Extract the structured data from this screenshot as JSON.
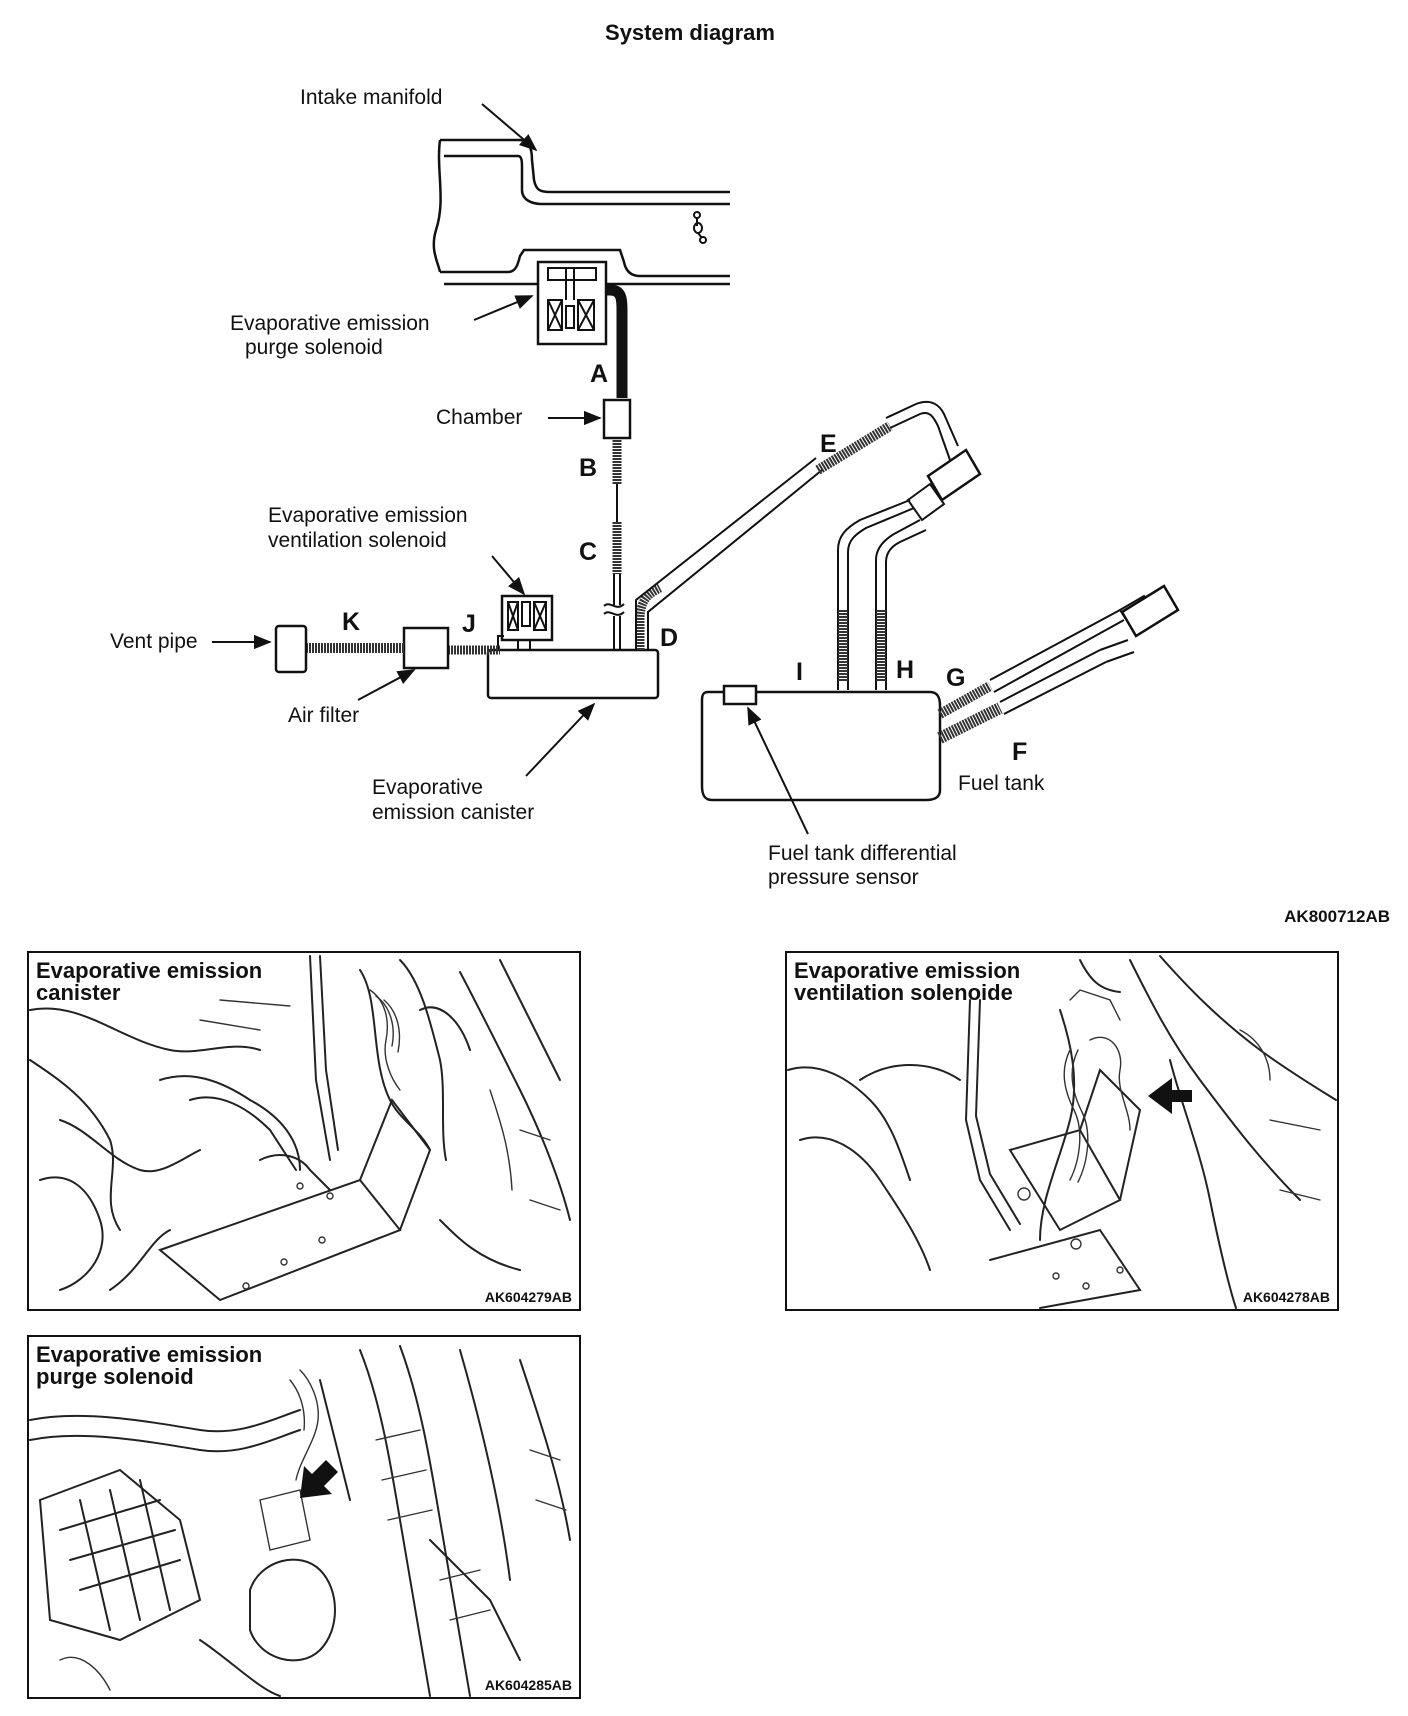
{
  "title": "System diagram",
  "labels": {
    "intake_manifold": "Intake manifold",
    "purge_solenoid": [
      "Evaporative emission",
      "purge solenoid"
    ],
    "chamber": "Chamber",
    "ventilation_solenoid": [
      "Evaporative emission",
      "ventilation solenoid"
    ],
    "vent_pipe": "Vent pipe",
    "air_filter": "Air filter",
    "canister": [
      "Evaporative",
      "emission canister"
    ],
    "fuel_tank": "Fuel tank",
    "pressure_sensor": [
      "Fuel tank differential",
      "pressure sensor"
    ]
  },
  "hose_letters": [
    "A",
    "B",
    "C",
    "D",
    "E",
    "F",
    "G",
    "H",
    "I",
    "J",
    "K"
  ],
  "diagram_code": "AK800712AB",
  "photos": [
    {
      "caption": [
        "Evaporative emission",
        "canister"
      ],
      "code": "AK604279AB"
    },
    {
      "caption": [
        "Evaporative emission",
        "ventilation solenoide"
      ],
      "code": "AK604278AB"
    },
    {
      "caption": [
        "Evaporative emission",
        "purge solenoid"
      ],
      "code": "AK604285AB"
    }
  ]
}
